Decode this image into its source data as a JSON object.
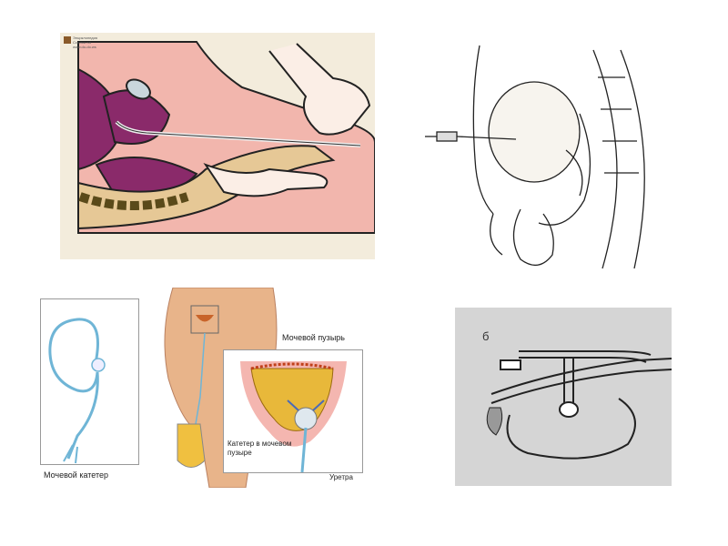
{
  "top_left": {
    "logo_text": [
      "Энциклопедия",
      "Ссылка на",
      "www.do-do.ws"
    ]
  },
  "bottom_left": {
    "label_catheter": "Мочевой катетер",
    "label_bladder": "Мочевой пузырь",
    "label_catheter_in_bladder": "Катетер в мочевом пузыре",
    "label_urethra": "Уретра"
  },
  "bottom_right": {
    "letter": "б"
  }
}
